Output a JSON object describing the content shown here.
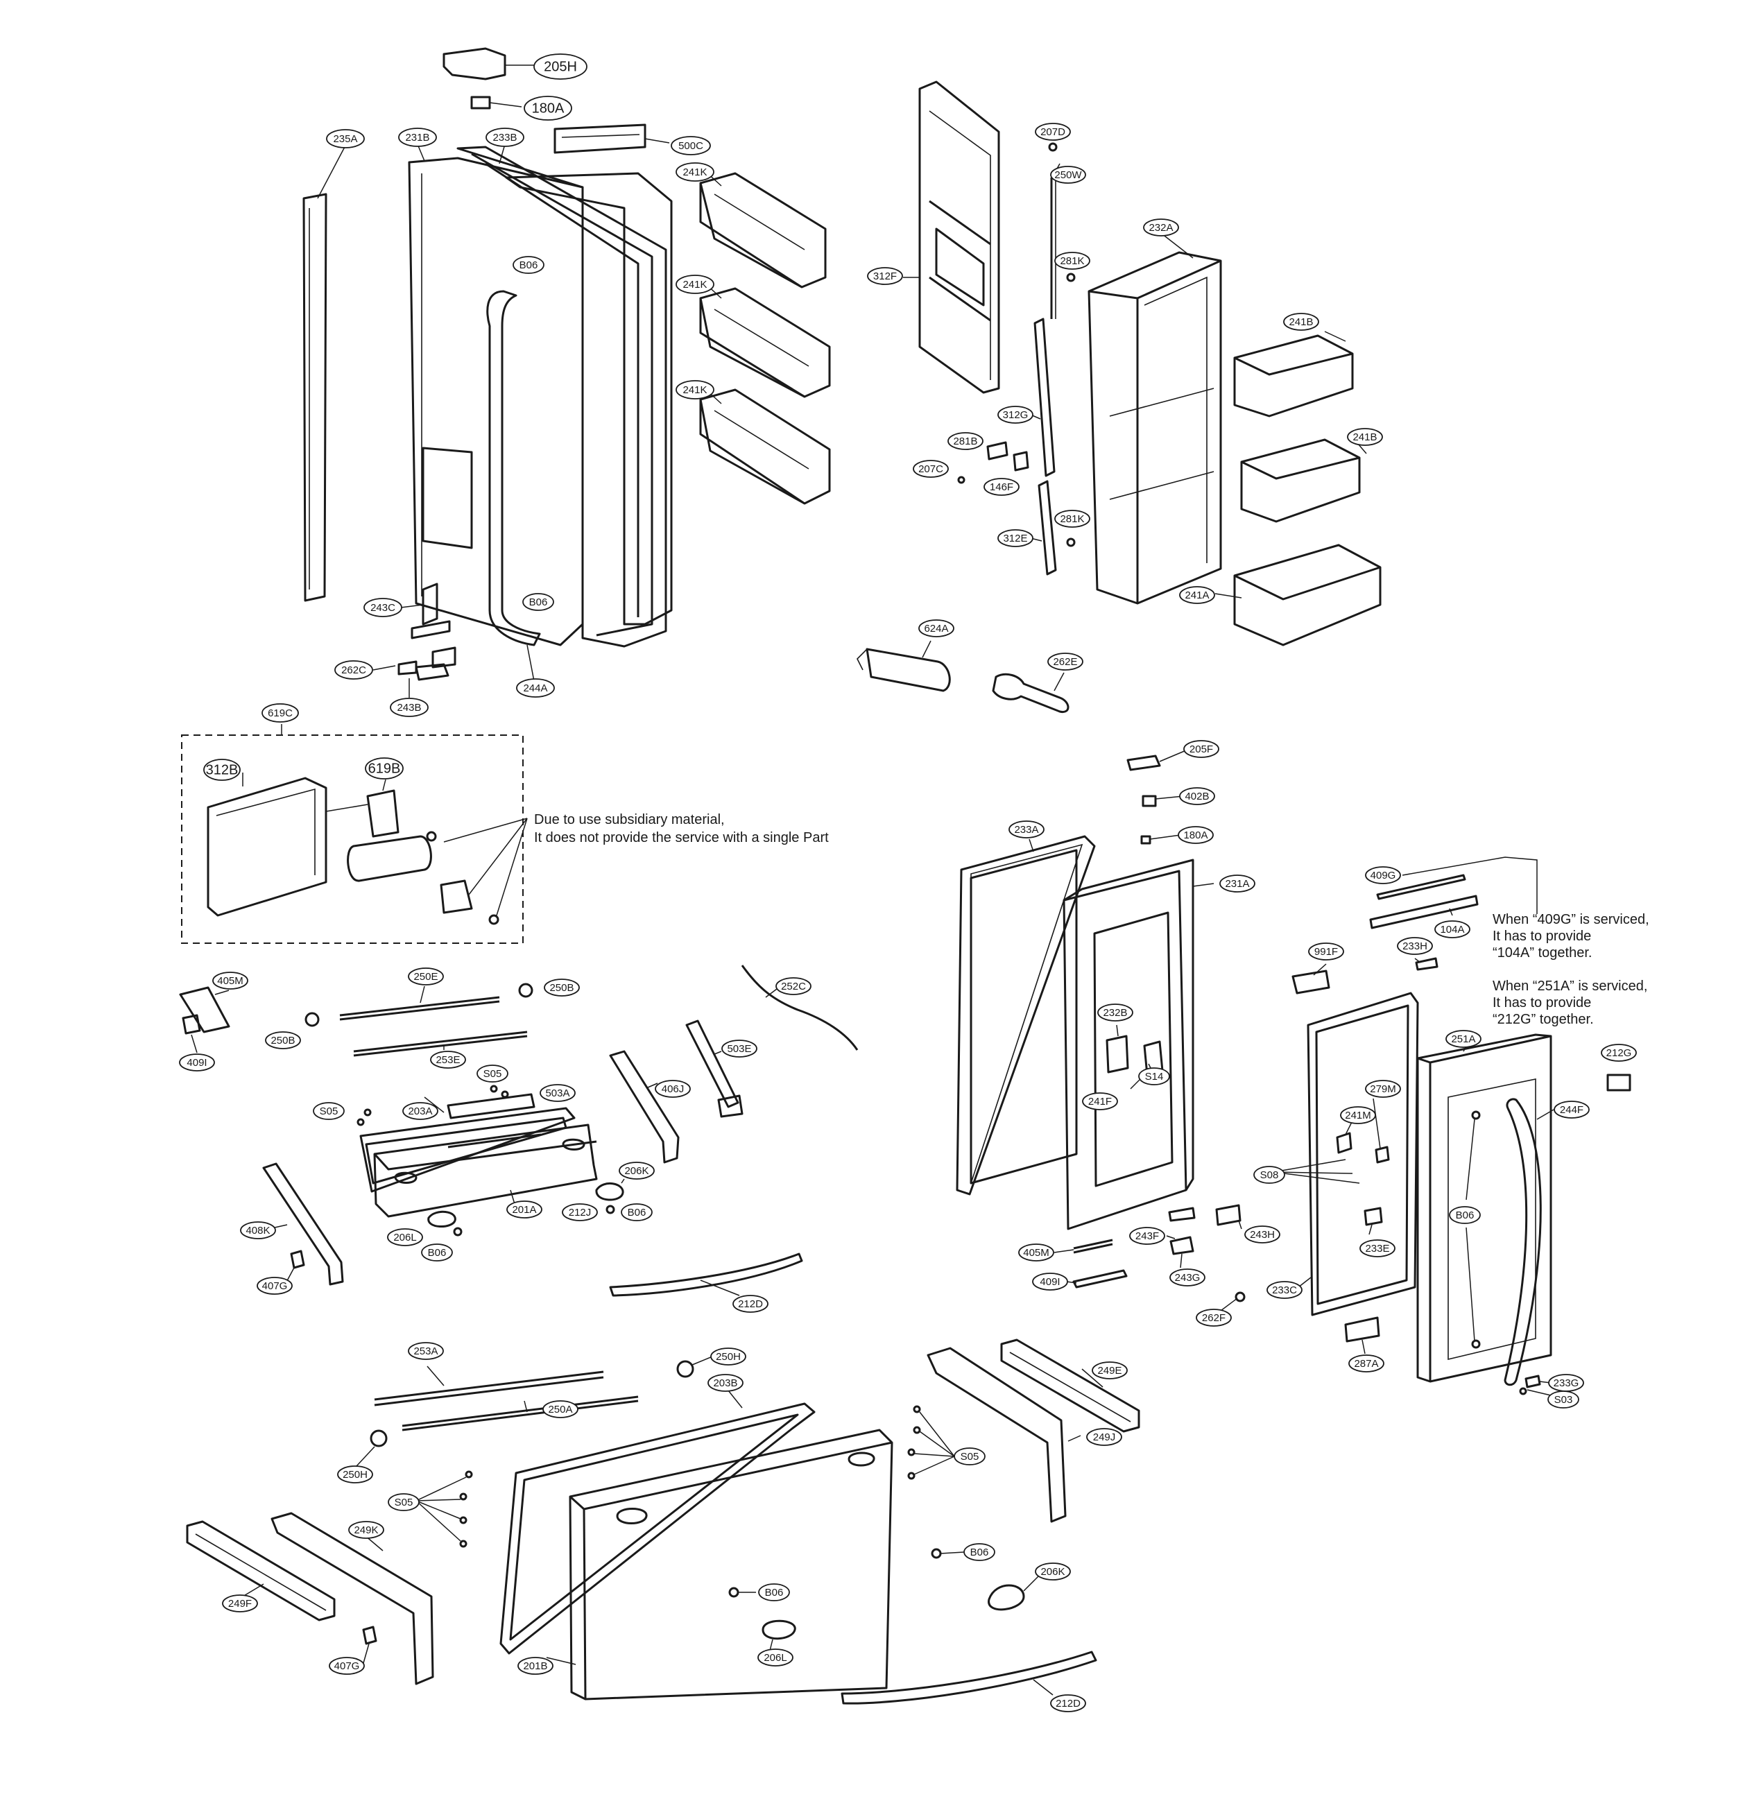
{
  "labels": {
    "l205H": "205H",
    "l180A_top": "180A",
    "l500C": "500C",
    "l235A": "235A",
    "l231B": "231B",
    "l233B": "233B",
    "l241K_1": "241K",
    "l241K_2": "241K",
    "l241K_3": "241K",
    "lB06_1": "B06",
    "lB06_2": "B06",
    "l243C": "243C",
    "l262C": "262C",
    "l243B": "243B",
    "l244A": "244A",
    "l207D": "207D",
    "l250W": "250W",
    "l312F": "312F",
    "l232A": "232A",
    "l281K_1": "281K",
    "l241B_1": "241B",
    "l312G": "312G",
    "l281B": "281B",
    "l207C": "207C",
    "l146F": "146F",
    "l241B_2": "241B",
    "l281K_2": "281K",
    "l312E": "312E",
    "l241A": "241A",
    "l624A": "624A",
    "l262E": "262E",
    "l619C": "619C",
    "l312B": "312B",
    "l619B": "619B",
    "l205F": "205F",
    "l402B": "402B",
    "l180A_mid": "180A",
    "l233A": "233A",
    "l231A": "231A",
    "l409G": "409G",
    "l104A": "104A",
    "l233H": "233H",
    "l991F": "991F",
    "l232B": "232B",
    "l241F": "241F",
    "l514": "S14",
    "l279M": "279M",
    "l241M": "241M",
    "l251A": "251A",
    "l212G": "212G",
    "l244F": "244F",
    "lS08": "S08",
    "lB06_3": "B06",
    "l233E": "233E",
    "l233C": "233C",
    "l405M_r": "405M",
    "l243F": "243F",
    "l243H": "243H",
    "l409I_r": "409I",
    "l243G": "243G",
    "l262F": "262F",
    "l287A": "287A",
    "l233G": "233G",
    "lS03": "S03",
    "l405M_l": "405M",
    "l250E": "250E",
    "l250B_1": "250B",
    "l250B_2": "250B",
    "l409I_l": "409I",
    "l253E": "253E",
    "l252C": "252C",
    "l503E": "503E",
    "lS05_1": "S05",
    "l503A": "503A",
    "lS05_2": "S05",
    "l203A": "203A",
    "l406J": "406J",
    "l206K_1": "206K",
    "l408K": "408K",
    "l201A": "201A",
    "l212J": "212J",
    "lB06_4": "B06",
    "l206L_1": "206L",
    "lB06_5": "B06",
    "l407G_1": "407G",
    "l212D_1": "212D",
    "l253A": "253A",
    "l250H_1": "250H",
    "l250A": "250A",
    "l203B": "203B",
    "l250H_2": "250H",
    "l249E": "249E",
    "l249J": "249J",
    "lS05_3": "S05",
    "lS05_4": "S05",
    "l249K": "249K",
    "l249F": "249F",
    "lB06_6": "B06",
    "l206K_2": "206K",
    "lB06_7": "B06",
    "l407G_2": "407G",
    "l201B": "201B",
    "l206L_2": "206L",
    "l212D_2": "212D"
  },
  "notes": {
    "subsidiary_1": "Due to use subsidiary material,",
    "subsidiary_2": "It does not provide the service with a single Part",
    "n409_1": "When “409G” is serviced,",
    "n409_2": "It has to provide",
    "n409_3": "“104A” together.",
    "n251_1": "When “251A” is serviced,",
    "n251_2": "It has to provide",
    "n251_3": "“212G” together."
  }
}
